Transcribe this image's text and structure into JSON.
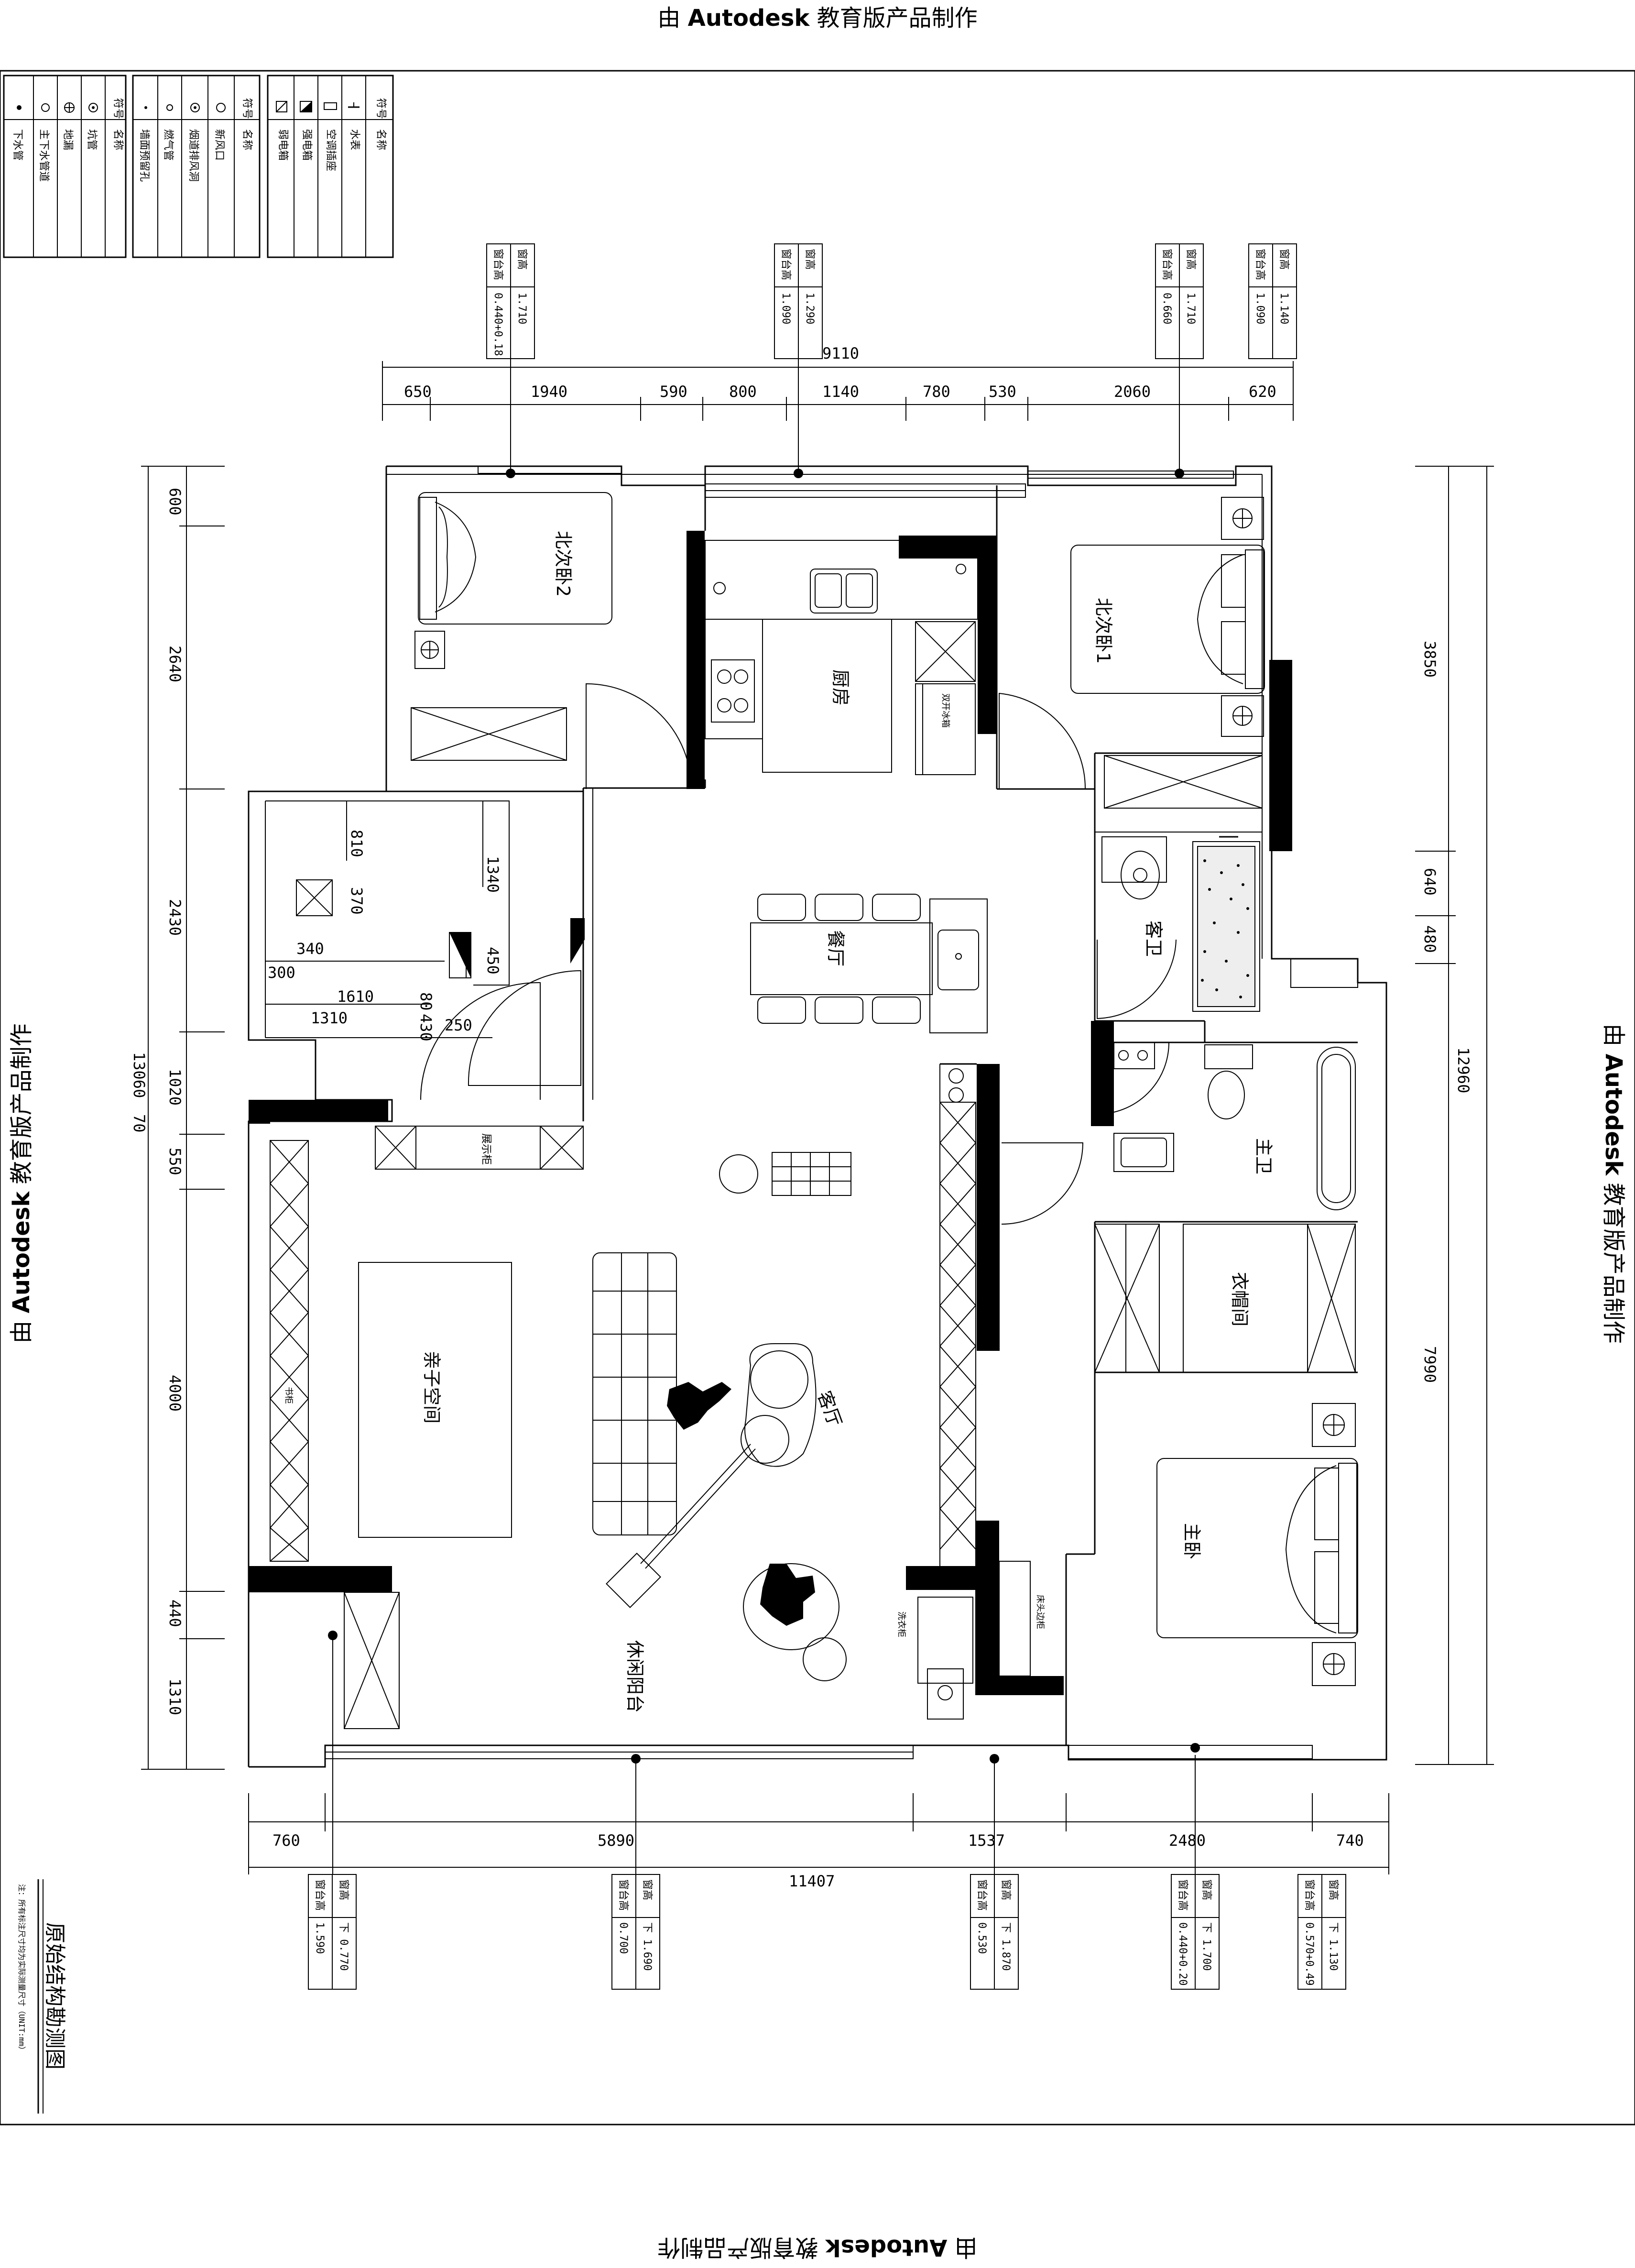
{
  "watermark": {
    "prefix": "由 ",
    "brand": "Autodesk",
    "suffix": " 教育版产品制作"
  },
  "drawing": {
    "title": "原始结构勘测图",
    "note": "注：所有标注尺寸均为实际测量尺寸（UNIT:mm）"
  },
  "legend": {
    "tables": [
      {
        "header": {
          "symbol": "符号",
          "name": "名称"
        },
        "rows": [
          {
            "symbol_icon": "dot",
            "name": "下水管"
          },
          {
            "symbol_icon": "small-circle",
            "name": "主下水管道"
          },
          {
            "symbol_icon": "circle-plus",
            "name": "地漏"
          },
          {
            "symbol_icon": "circle-dot",
            "name": "坑管"
          }
        ]
      },
      {
        "header": {
          "symbol": "符号",
          "name": "名称"
        },
        "rows": [
          {
            "symbol_icon": "small-dot",
            "name": "墙面预留孔"
          },
          {
            "symbol_icon": "small-circle",
            "name": "燃气管"
          },
          {
            "symbol_icon": "circle-dot",
            "name": "烟道排风洞"
          },
          {
            "symbol_icon": "circle",
            "name": "新风口"
          }
        ]
      },
      {
        "header": {
          "symbol": "符号",
          "name": "名称"
        },
        "rows": [
          {
            "symbol_icon": "hatched-box",
            "name": "弱电箱"
          },
          {
            "symbol_icon": "black-triangle",
            "name": "强电箱"
          },
          {
            "symbol_icon": "rect-line",
            "name": "空调插座"
          },
          {
            "symbol_icon": "line-mark",
            "name": "水表"
          }
        ]
      }
    ]
  },
  "rooms": [
    {
      "id": "north-bedroom-2",
      "label": "北次卧2"
    },
    {
      "id": "kitchen",
      "label": "厨房"
    },
    {
      "id": "north-bedroom-1",
      "label": "北次卧1"
    },
    {
      "id": "dining",
      "label": "餐厅"
    },
    {
      "id": "guest-bath",
      "label": "客卫"
    },
    {
      "id": "master-bath",
      "label": "主卫"
    },
    {
      "id": "cloakroom",
      "label": "衣帽间"
    },
    {
      "id": "parent-child-space",
      "label": "亲子空间"
    },
    {
      "id": "living",
      "label": "客厅"
    },
    {
      "id": "master-bedroom",
      "label": "主卧"
    },
    {
      "id": "leisure-balcony",
      "label": "休闲阳台"
    }
  ],
  "furniture_labels": {
    "fridge": "双开冰箱",
    "display_cabinet": "展示柜",
    "bookshelf": "书柜",
    "wash_cabinet": "洗衣柜",
    "bedroom_storage": "床头边柜"
  },
  "top_dimensions": {
    "total": "9110",
    "segments": [
      "650",
      "1940",
      "590",
      "800",
      "1140",
      "780",
      "530",
      "2060",
      "620"
    ]
  },
  "bottom_dimensions": {
    "total": "11407",
    "segments": [
      "760",
      "5890",
      "1537",
      "2480",
      "740"
    ]
  },
  "left_dimensions": {
    "total": "13060",
    "segments": [
      "600",
      "2640",
      "2430",
      "1020",
      "550",
      "4000",
      "440",
      "1310"
    ],
    "extra": "70"
  },
  "right_dimensions": {
    "total": "12960",
    "segments": [
      "3850",
      "640",
      "480",
      "7990"
    ]
  },
  "utility_room_dimensions": [
    "810",
    "370",
    "1340",
    "340",
    "300",
    "450",
    "1610",
    "1310",
    "80",
    "430",
    "250"
  ],
  "top_windows": [
    {
      "label_a": "窗高",
      "label_b": "窗台高",
      "value_a": "1.710",
      "value_b": "0.440+0.18"
    },
    {
      "label_a": "窗高",
      "label_b": "窗台高",
      "value_a": "1.290",
      "value_b": "1.090"
    },
    {
      "label_a": "窗高",
      "label_b": "窗台高",
      "value_a": "1.710",
      "value_b": "0.660"
    },
    {
      "label_a": "窗高",
      "label_b": "窗台高",
      "value_a": "1.140",
      "value_b": "1.090"
    }
  ],
  "bottom_windows": [
    {
      "label_a": "窗高",
      "label_b": "窗台高",
      "value_a": "下 0.770",
      "value_b": "1.590"
    },
    {
      "label_a": "窗高",
      "label_b": "窗台高",
      "value_a": "下 1.690",
      "value_b": "0.700"
    },
    {
      "label_a": "窗高",
      "label_b": "窗台高",
      "value_a": "下 1.870",
      "value_b": "0.530"
    },
    {
      "label_a": "窗高",
      "label_b": "窗台高",
      "value_a": "下 1.700",
      "value_b": "0.440+0.20"
    },
    {
      "label_a": "窗高",
      "label_b": "窗台高",
      "value_a": "下 1.130",
      "value_b": "0.570+0.49"
    }
  ]
}
